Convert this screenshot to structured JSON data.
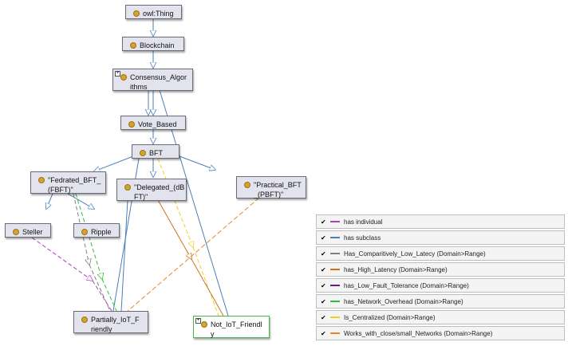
{
  "nodes": {
    "owl_thing": "owl:Thing",
    "blockchain": "Blockchain",
    "consensus": "Consensus_Algor\nithms",
    "vote_based": "Vote_Based",
    "bft": "BFT",
    "fbft": "\"Fedrated_BFT_\n(FBFT)\"",
    "dbft": "\"Delegated_(dB\nFT)\"",
    "pbft": "\"Practical_BFT\n_(PBFT)\"",
    "steller": "Steller",
    "ripple": "Ripple",
    "partially_iot": "Partially_IoT_F\nriendly",
    "not_iot": "Not_IoT_Friendl\ny"
  },
  "legend": [
    {
      "label": "has individual",
      "color": "#b040c0",
      "checked": "✔"
    },
    {
      "label": "has subclass",
      "color": "#4a7fb8",
      "checked": "✔"
    },
    {
      "label": "Has_Comparitively_Low_Latecy (Domain>Range)",
      "color": "#808080",
      "checked": "✔"
    },
    {
      "label": "has_High_Latency (Domain>Range)",
      "color": "#d07020",
      "checked": "✔"
    },
    {
      "label": "has_Low_Fault_Tolerance (Domain>Range)",
      "color": "#6a1a8a",
      "checked": "✔"
    },
    {
      "label": "has_Network_Overhead (Domain>Range)",
      "color": "#30c030",
      "checked": "✔"
    },
    {
      "label": "Is_Centralized (Domain>Range)",
      "color": "#f0d020",
      "checked": "✔"
    },
    {
      "label": "Works_with_close/small_Networks (Domain>Range)",
      "color": "#e08a30",
      "checked": "✔"
    }
  ],
  "icons": {
    "expand": "⊞",
    "class": "class-circle-icon"
  }
}
